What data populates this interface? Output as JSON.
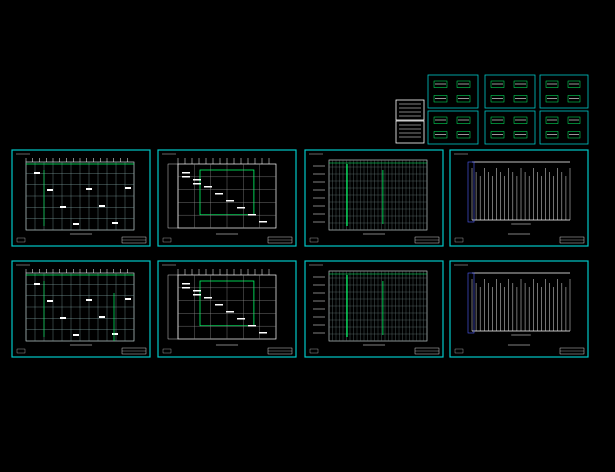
{
  "viewport": {
    "background_color": "#000000",
    "frame_color": "#00c8c8",
    "linework_color": "#ffffff",
    "highlight_color": "#00ff66",
    "accent_color": "#e0e040"
  },
  "sheets": [
    {
      "id": "sheet-1",
      "kind": "grid-plan"
    },
    {
      "id": "sheet-2",
      "kind": "floor-plan"
    },
    {
      "id": "sheet-3",
      "kind": "dense-plan"
    },
    {
      "id": "sheet-4",
      "kind": "elevation"
    },
    {
      "id": "sheet-5",
      "kind": "grid-plan"
    },
    {
      "id": "sheet-6",
      "kind": "floor-plan"
    },
    {
      "id": "sheet-7",
      "kind": "dense-plan"
    },
    {
      "id": "sheet-8",
      "kind": "elevation"
    }
  ],
  "detail_sheets": [
    {
      "id": "detail-1"
    },
    {
      "id": "detail-2"
    },
    {
      "id": "detail-3"
    },
    {
      "id": "detail-4"
    },
    {
      "id": "detail-5"
    },
    {
      "id": "detail-6"
    },
    {
      "id": "detail-7"
    },
    {
      "id": "detail-8"
    }
  ]
}
